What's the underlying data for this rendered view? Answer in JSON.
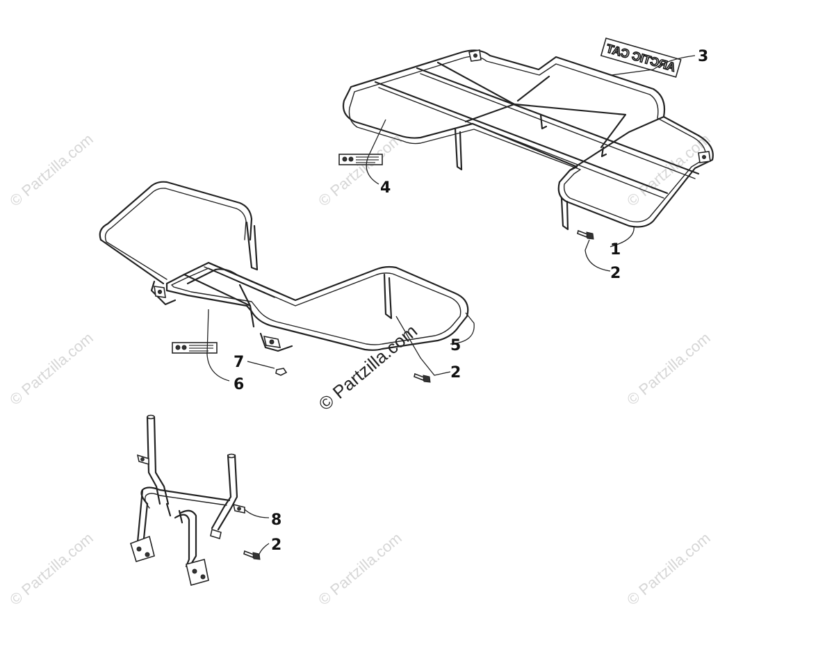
{
  "watermark": {
    "text": "© Partzilla.com",
    "center_text": "© Partzilla.com"
  },
  "decal_lettering": "ARCTIC CAT",
  "callouts": {
    "c1": "1",
    "c2a": "2",
    "c3": "3",
    "c4": "4",
    "c5": "5",
    "c2b": "2",
    "c7": "7",
    "c6": "6",
    "c8": "8",
    "c2c": "2"
  }
}
